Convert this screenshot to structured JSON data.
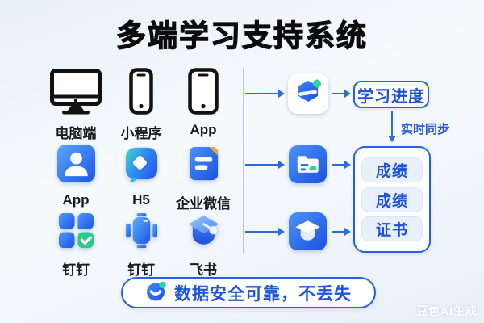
{
  "title": "多端学习支持系统",
  "left_grid": {
    "items": [
      {
        "label": "电脑端",
        "icon": "desktop-monitor-icon"
      },
      {
        "label": "小程序",
        "icon": "smartphone-icon"
      },
      {
        "label": "App",
        "icon": "tablet-icon"
      },
      {
        "label": "App",
        "icon": "user-app-icon"
      },
      {
        "label": "H5",
        "icon": "h5-bubble-icon"
      },
      {
        "label": "企业微信",
        "icon": "wecom-document-icon"
      },
      {
        "label": "钉钉",
        "icon": "app-grid-check-icon"
      },
      {
        "label": "钉钉",
        "icon": "dingtalk-icon"
      },
      {
        "label": "飞书",
        "icon": "feishu-graduation-icon"
      }
    ]
  },
  "flow": {
    "source_icons": [
      "learning-app-icon",
      "folder-icon",
      "graduation-cap-icon"
    ],
    "progress_box": "学习进度",
    "sync_label": "实时同步",
    "result_items": [
      "成绩",
      "成绩",
      "证书"
    ]
  },
  "banner": {
    "icon": "mascot-face-icon",
    "text": "数据安全可靠，不丢失"
  },
  "watermark": "豆包AI生成",
  "colors": {
    "accent_blue": "#2460e8",
    "text_blue": "#1d50d8",
    "icon_blue_light": "#55a1fb",
    "icon_blue_dark": "#1b55e2",
    "green": "#2bd39e",
    "orange": "#f6a62b",
    "pill_bg": "#e8f0fd",
    "divider": "#b3c9e6"
  }
}
